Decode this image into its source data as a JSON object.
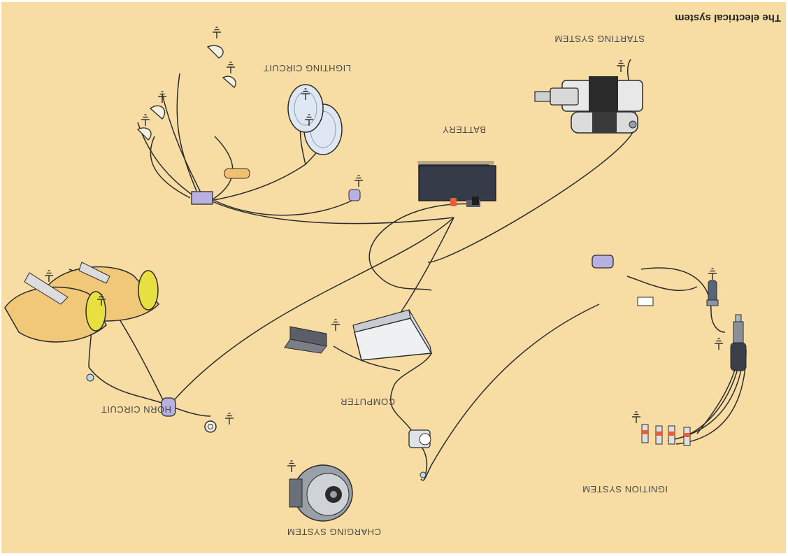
{
  "figure": {
    "title": "The electrical system",
    "labels": {
      "starting": "STARTING SYSTEM",
      "lighting": "LIGHTING CIRCUIT",
      "battery": "BATTERY",
      "horn": "HORN CIRCUIT",
      "computer": "COMPUTER",
      "ignition": "IGNITION SYSTEM",
      "charging": "CHARGING SYSTEM"
    }
  },
  "colors": {
    "background": "#f7dca3",
    "wire": "#2b2b2b",
    "battery_body": "#2f3440",
    "positive_terminal": "#e4603a",
    "horn_body": "#f0c878",
    "lamp_lens": "#dfe8f2",
    "connector": "#b8b0e0"
  }
}
